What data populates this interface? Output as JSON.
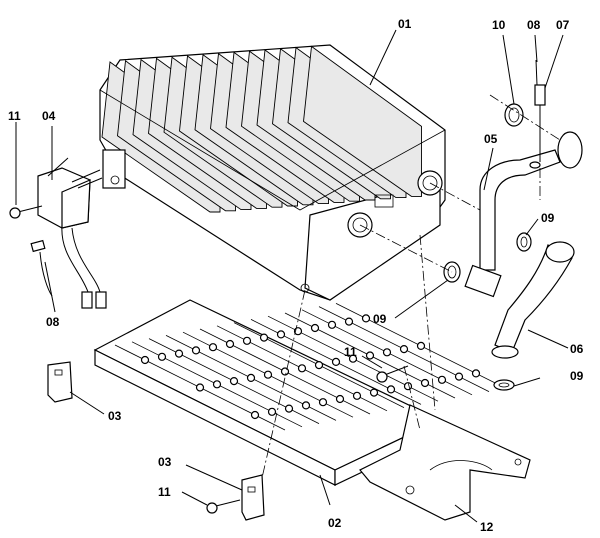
{
  "diagram": {
    "callouts": {
      "c01": "01",
      "c02": "02",
      "c03a": "03",
      "c03b": "03",
      "c04": "04",
      "c05": "05",
      "c06": "06",
      "c07": "07",
      "c08a": "08",
      "c08b": "08",
      "c09a": "09",
      "c09b": "09",
      "c09c": "09",
      "c10": "10",
      "c11a": "11",
      "c11b": "11",
      "c11c": "11",
      "c12": "12"
    }
  }
}
